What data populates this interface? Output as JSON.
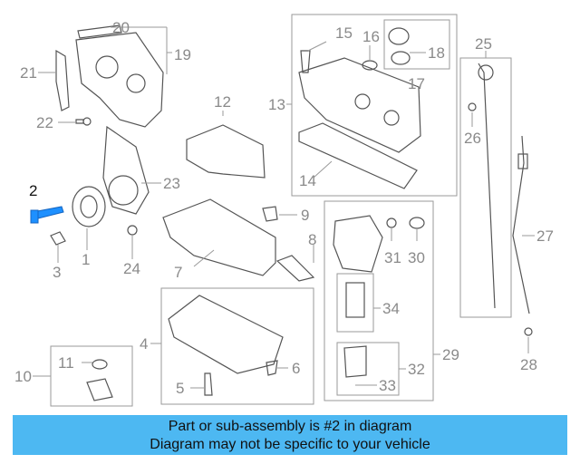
{
  "callouts": {
    "c2": "2",
    "c3": "3",
    "c1": "1",
    "c4": "4",
    "c5": "5",
    "c6": "6",
    "c7": "7",
    "c8": "8",
    "c9": "9",
    "c10": "10",
    "c11": "11",
    "c12": "12",
    "c13": "13",
    "c14": "14",
    "c15": "15",
    "c16": "16",
    "c17": "17",
    "c18": "18",
    "c19": "19",
    "c20": "20",
    "c21": "21",
    "c22": "22",
    "c23": "23",
    "c24": "24",
    "c25": "25",
    "c26": "26",
    "c27": "27",
    "c28": "28",
    "c29": "29",
    "c30": "30",
    "c31": "31",
    "c32": "32",
    "c33": "33",
    "c34": "34"
  },
  "highlight_part": "2",
  "banner": {
    "line1": "Part or sub-assembly is #2 in diagram",
    "line2": "Diagram may not be specific to your vehicle",
    "color": "#4db8f2"
  }
}
